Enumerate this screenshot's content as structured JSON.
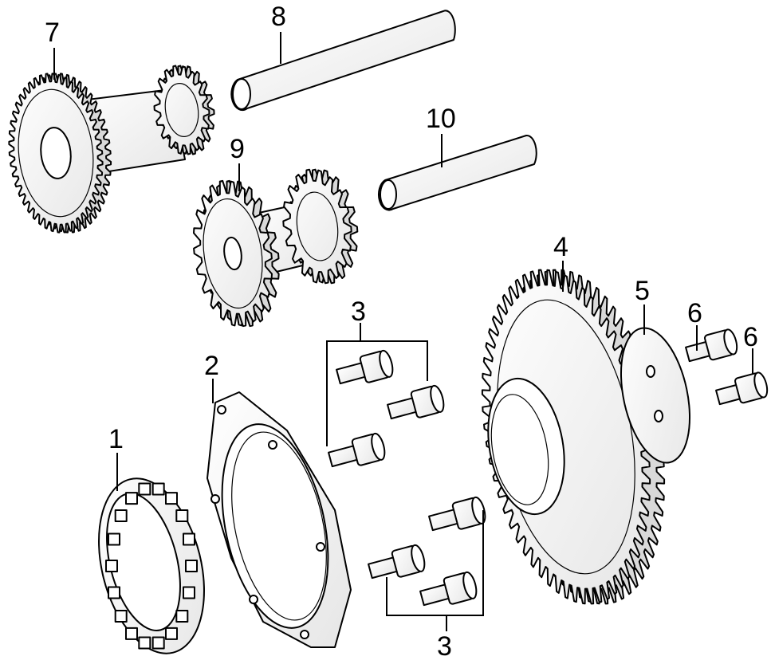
{
  "diagram": {
    "callouts": [
      {
        "id": "c1",
        "label": "1"
      },
      {
        "id": "c2",
        "label": "2"
      },
      {
        "id": "c3a",
        "label": "3"
      },
      {
        "id": "c3b",
        "label": "3"
      },
      {
        "id": "c4",
        "label": "4"
      },
      {
        "id": "c5",
        "label": "5"
      },
      {
        "id": "c6a",
        "label": "6"
      },
      {
        "id": "c6b",
        "label": "6"
      },
      {
        "id": "c7",
        "label": "7"
      },
      {
        "id": "c8",
        "label": "8"
      },
      {
        "id": "c9",
        "label": "9"
      },
      {
        "id": "c10",
        "label": "10"
      }
    ]
  }
}
